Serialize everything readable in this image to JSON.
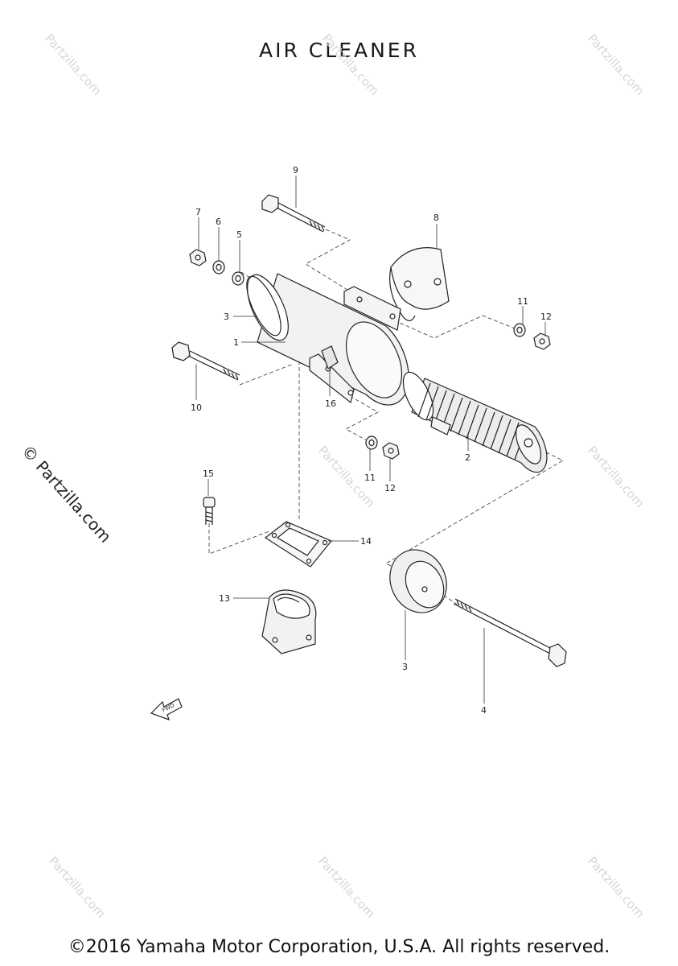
{
  "title": "AIR CLEANER",
  "watermark": "© Partzilla.com",
  "watermark_short": "Partzilla.com",
  "copyright": "©2016 Yamaha Motor Corporation, U.S.A. All rights reserved.",
  "fwd_label": "FWD",
  "callouts": {
    "c1": "1",
    "c2": "2",
    "c3a": "3",
    "c3b": "3",
    "c4": "4",
    "c5": "5",
    "c6": "6",
    "c7": "7",
    "c8": "8",
    "c9": "9",
    "c10": "10",
    "c11a": "11",
    "c11b": "11",
    "c12a": "12",
    "c12b": "12",
    "c13": "13",
    "c14": "14",
    "c15": "15",
    "c16": "16"
  }
}
